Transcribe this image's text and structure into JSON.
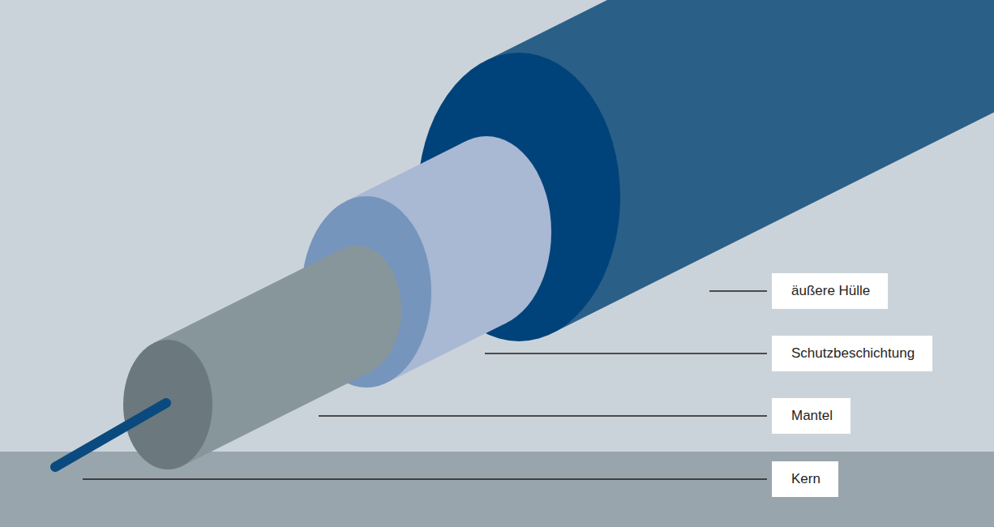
{
  "diagram": {
    "labels": [
      "äußere Hülle",
      "Schutzbeschichtung",
      "Mantel",
      "Kern"
    ]
  }
}
